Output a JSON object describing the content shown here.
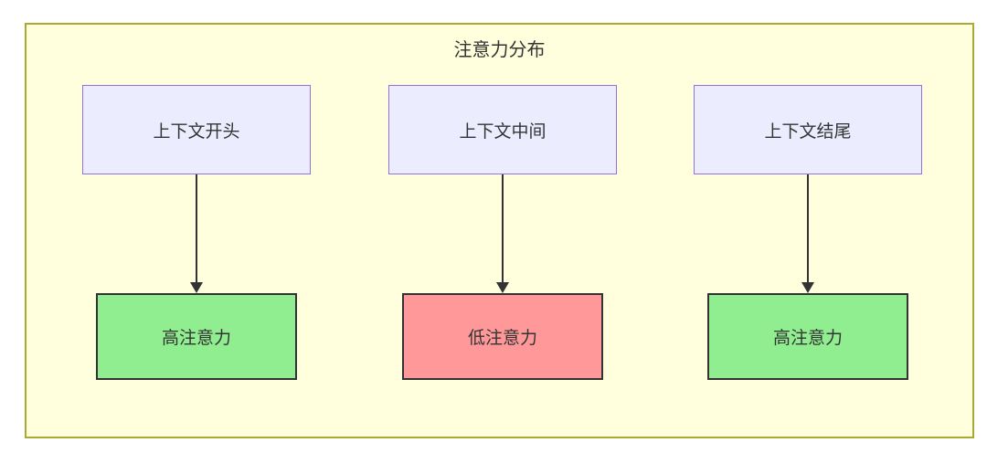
{
  "diagram": {
    "title": "注意力分布",
    "columns": [
      {
        "top": "上下文开头",
        "bottom": "高注意力",
        "attention": "high"
      },
      {
        "top": "上下文中间",
        "bottom": "低注意力",
        "attention": "low"
      },
      {
        "top": "上下文结尾",
        "bottom": "高注意力",
        "attention": "high"
      }
    ],
    "colors": {
      "container_fill": "#FFFFDE",
      "container_border": "#AAAA33",
      "context_node_fill": "#ECECFF",
      "context_node_border": "#9370DB",
      "high_attention_fill": "#90EE90",
      "low_attention_fill": "#FF9999",
      "attention_node_border": "#333333",
      "edge_color": "#333333",
      "text_color": "#333333"
    }
  }
}
